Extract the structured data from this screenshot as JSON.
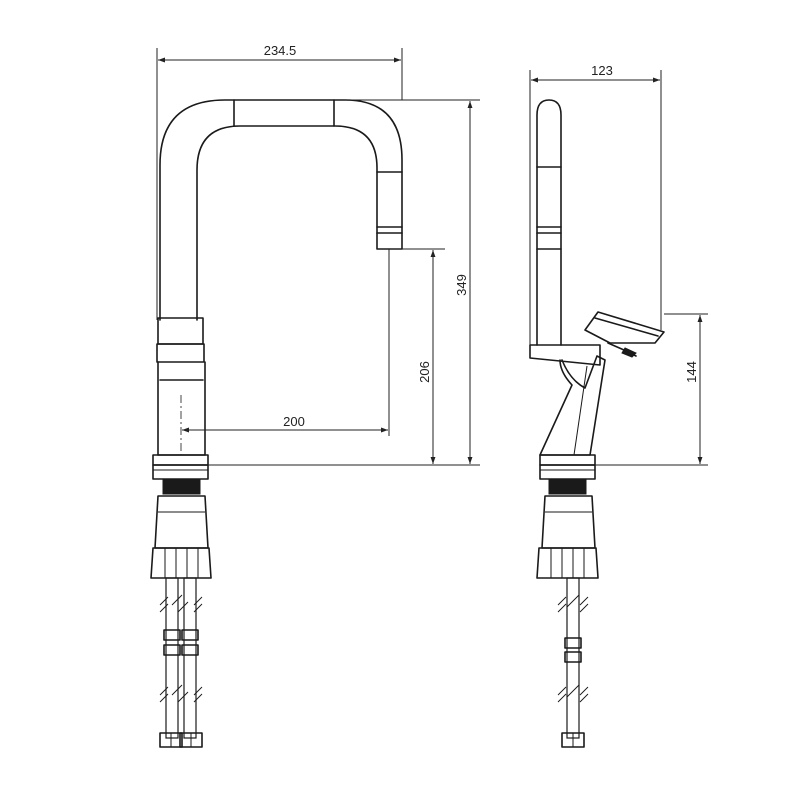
{
  "dimensions": {
    "overall_width": "234.5",
    "overall_height": "349",
    "spout_height": "206",
    "spout_reach": "200",
    "side_depth": "123",
    "side_height": "144"
  }
}
